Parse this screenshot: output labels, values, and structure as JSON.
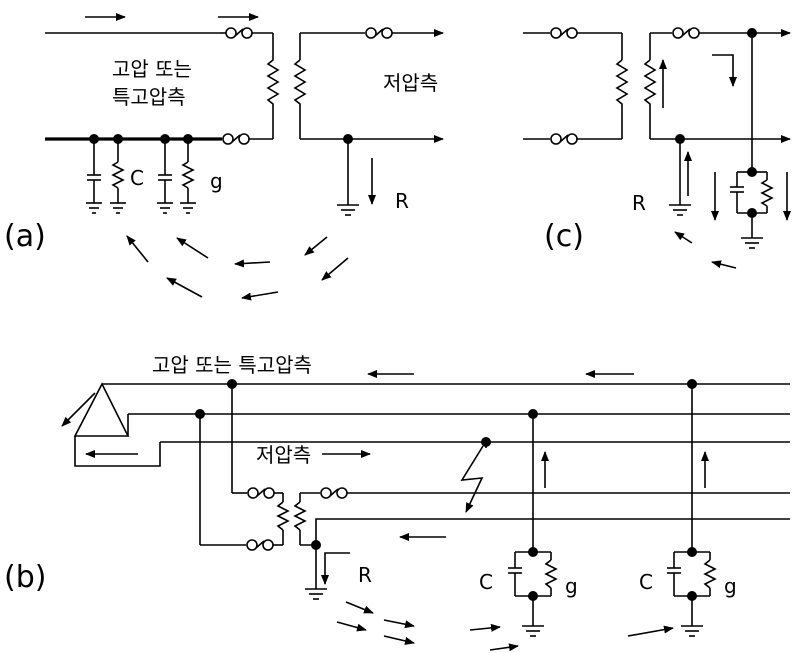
{
  "labels": {
    "a": {
      "tag": "(a)",
      "hv_line1": "고압 또는",
      "hv_line2": "특고압측",
      "lv": "저압측",
      "c": "C",
      "g": "g",
      "r": "R"
    },
    "c": {
      "tag": "(c)",
      "r": "R"
    },
    "b": {
      "tag": "(b)",
      "hv": "고압 또는 특고압측",
      "lv": "저압측",
      "r": "R",
      "c1": "C",
      "g1": "g",
      "c2": "C",
      "g2": "g"
    }
  },
  "colors": {
    "stroke": "#000000",
    "background": "#ffffff"
  }
}
